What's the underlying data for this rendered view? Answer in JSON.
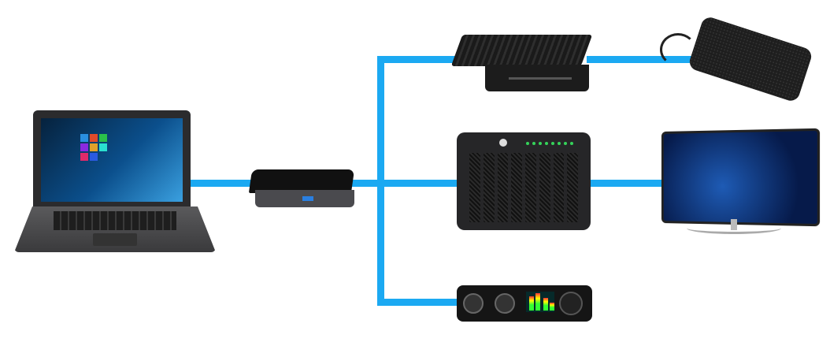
{
  "diagram": {
    "connection_color": "#1ba9f2",
    "nodes": [
      {
        "id": "laptop",
        "icon": "laptop-icon"
      },
      {
        "id": "dock-hub",
        "icon": "hub-icon"
      },
      {
        "id": "external-ssd",
        "icon": "ssd-icon"
      },
      {
        "id": "portable-ssd",
        "icon": "portable-ssd-icon"
      },
      {
        "id": "raid-enclosure",
        "icon": "raid-enclosure-icon"
      },
      {
        "id": "monitor",
        "icon": "monitor-icon"
      },
      {
        "id": "audio-interface",
        "icon": "audio-interface-icon"
      }
    ],
    "edges": [
      [
        "laptop",
        "dock-hub"
      ],
      [
        "dock-hub",
        "external-ssd"
      ],
      [
        "external-ssd",
        "portable-ssd"
      ],
      [
        "dock-hub",
        "raid-enclosure"
      ],
      [
        "raid-enclosure",
        "monitor"
      ],
      [
        "dock-hub",
        "audio-interface"
      ]
    ]
  }
}
